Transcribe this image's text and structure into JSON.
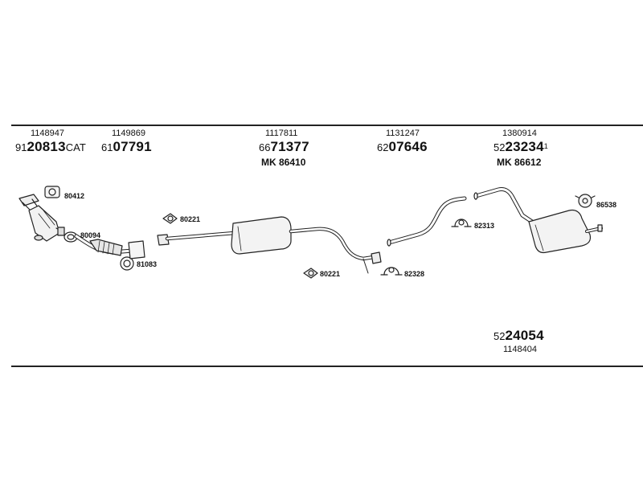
{
  "groups": [
    {
      "ref": "1148947",
      "prefix": "91",
      "number": "20813",
      "suffix": "CAT",
      "kit": ""
    },
    {
      "ref": "1149869",
      "prefix": "61",
      "number": "07791",
      "suffix": "",
      "kit": ""
    },
    {
      "ref": "1117811",
      "prefix": "66",
      "number": "71377",
      "suffix": "",
      "kit": "MK  86410"
    },
    {
      "ref": "1131247",
      "prefix": "62",
      "number": "07646",
      "suffix": "",
      "kit": ""
    },
    {
      "ref": "1380914",
      "prefix": "52",
      "number": "23234",
      "suffix": "1",
      "kit": "MK  86612"
    }
  ],
  "bottom": {
    "prefix": "52",
    "number": "24054",
    "ref": "1148404"
  },
  "labels": {
    "l80412": "80412",
    "l80094": "80094",
    "l81083": "81083",
    "l80221a": "80221",
    "l80221b": "80221",
    "l82328": "82328",
    "l82313": "82313",
    "l86538": "86538"
  }
}
